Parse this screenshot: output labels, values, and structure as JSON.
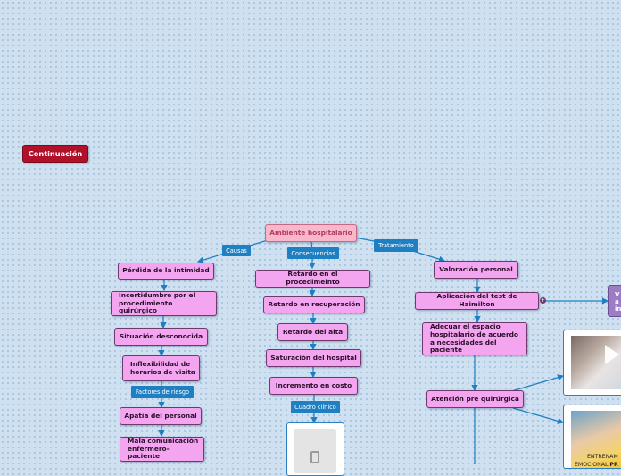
{
  "continuation_button": "Continuación",
  "root": "Ambiente hospitalario",
  "branch_labels": {
    "causas": "Causas",
    "consecuencias": "Consecuencias",
    "tratamiento": "Tratamiento",
    "factores": "Factores de riesgo",
    "cuadro": "Cuadro clínico"
  },
  "causes": [
    "Pérdida de la intimidad",
    "Incertidumbre por el procedimiento quirúrgico",
    "Situación desconocida",
    "Inflexibilidad de horarios de visita",
    "Apatía del personal",
    "Mala comunicación enfermero-paciente"
  ],
  "consequences": [
    "Retardo en el procedimeinto",
    "Retardo en recuperación",
    "Retardo del alta",
    "Saturación del hospital",
    "Incremento en costo"
  ],
  "treatment": [
    "Valoración personal",
    "Aplicación del test de Haimilton",
    "Adecuar el espacio hospitalario de acuerdo a necesidades del paciente",
    "Atención pre quirúrgica"
  ],
  "side_node": {
    "lines": [
      "V",
      "a",
      "in"
    ]
  },
  "video_card_2": {
    "line1": "ENTRENAM",
    "line2_a": "EMOCIONAL",
    "line2_b": "PR"
  }
}
